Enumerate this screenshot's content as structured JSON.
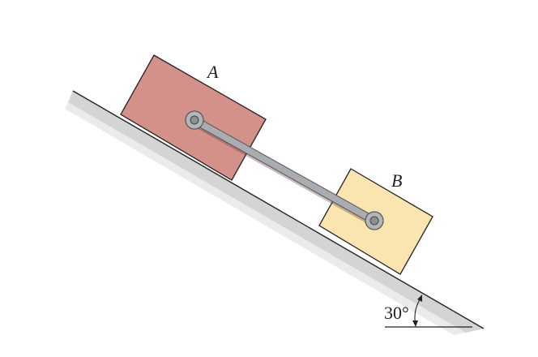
{
  "blocks": [
    {
      "label": "A",
      "color": "#D4918A"
    },
    {
      "label": "B",
      "color": "#FAE5B0"
    }
  ],
  "incline": {
    "angle_label": "30°",
    "angle_deg": 30,
    "surface_color": "#C8C8C8"
  },
  "rod": {
    "color": "#A9ADB1"
  }
}
